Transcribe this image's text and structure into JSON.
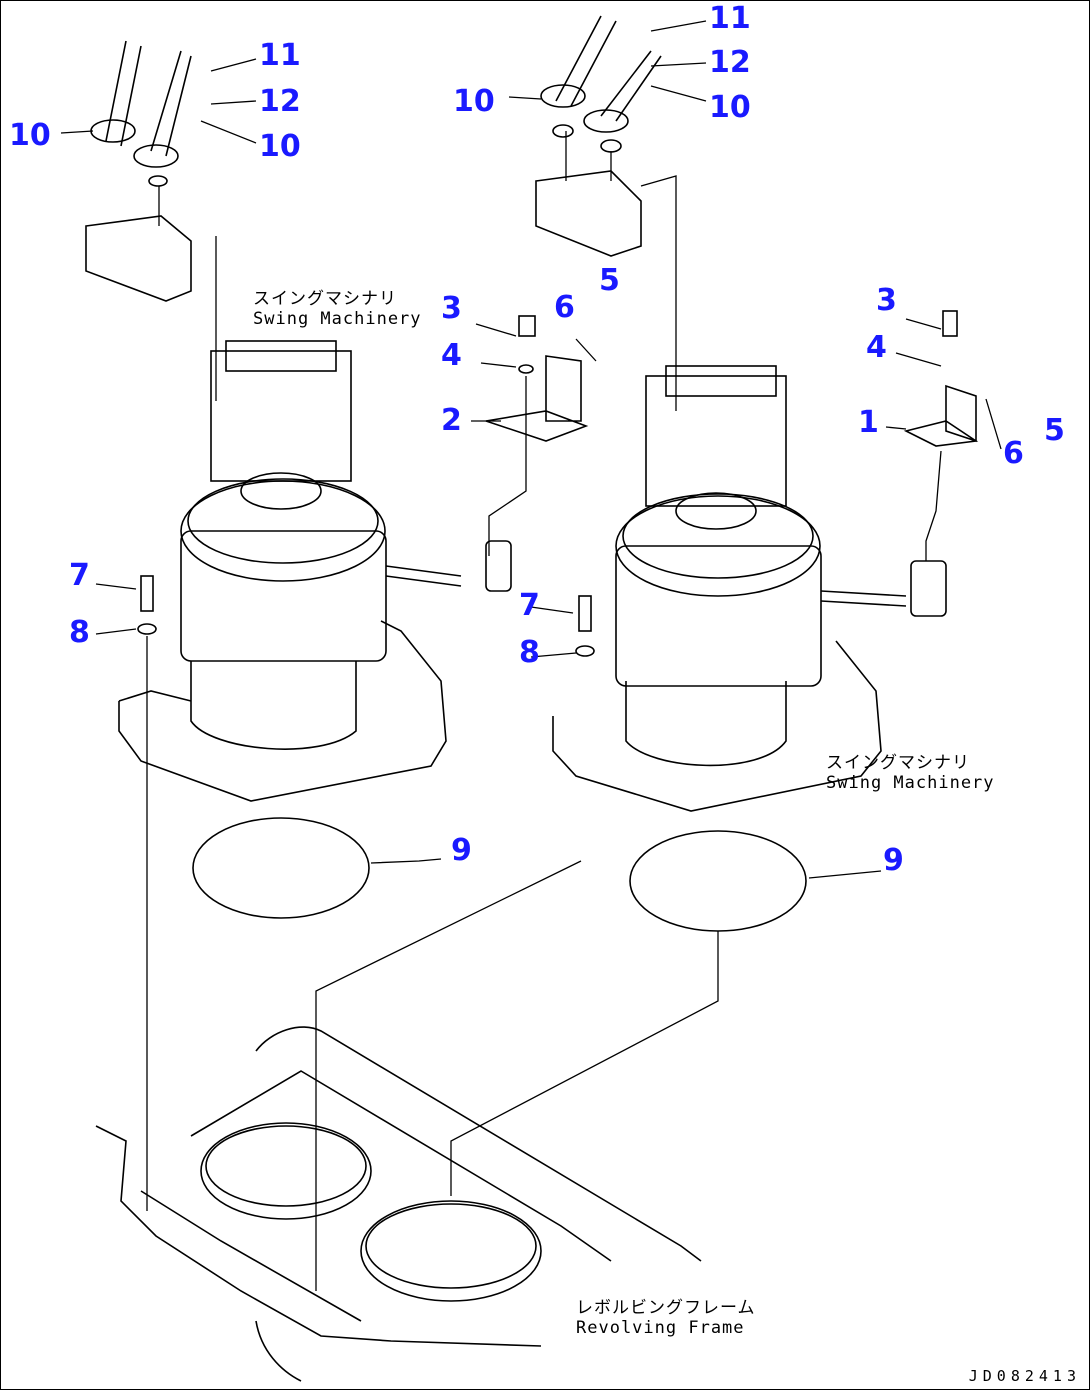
{
  "drawing_code": "JD082413",
  "captions": {
    "swing_machinery_jp": "スイングマシナリ",
    "swing_machinery_en": "Swing Machinery",
    "revolving_frame_jp": "レボルビングフレーム",
    "revolving_frame_en": "Revolving Frame"
  },
  "callouts": {
    "left": {
      "hose_flange_a": "10",
      "bolt": "11",
      "washer": "12",
      "hose_flange_b": "10",
      "bracket_bolt": "3",
      "bracket_washer": "4",
      "bracket": "2",
      "clip_washer": "6",
      "clip_bolt": "5",
      "mount_bolt": "7",
      "mount_washer": "8",
      "gasket": "9"
    },
    "right": {
      "bolt": "11",
      "washer": "12",
      "hose_flange_b": "10",
      "hose_flange_a": "10",
      "bracket_bolt": "3",
      "bracket_washer": "4",
      "bracket": "1",
      "clip_washer": "6",
      "clip_bolt": "5",
      "mount_bolt": "7",
      "mount_washer": "8",
      "gasket": "9"
    }
  },
  "colors": {
    "callout": "#1a1aff",
    "line": "#000000"
  }
}
